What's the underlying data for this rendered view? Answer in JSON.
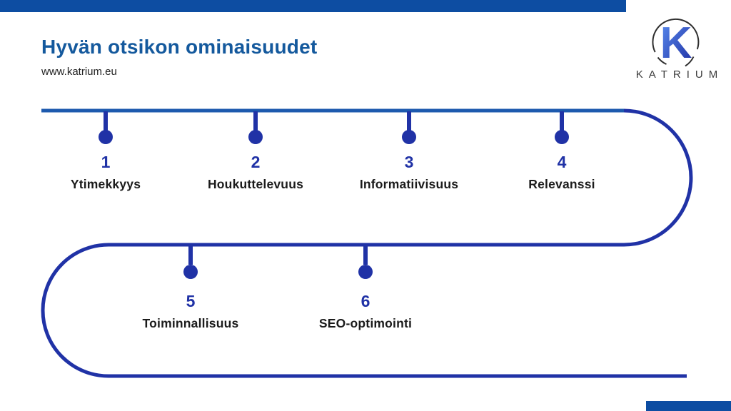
{
  "header": {
    "title": "Hyvän otsikon ominaisuudet",
    "subtitle": "www.katrium.eu"
  },
  "logo": {
    "letter": "K",
    "brand": "KATRIUM"
  },
  "timeline": {
    "items": [
      {
        "number": "1",
        "label": "Ytimekkyys"
      },
      {
        "number": "2",
        "label": "Houkuttelevuus"
      },
      {
        "number": "3",
        "label": "Informatiivisuus"
      },
      {
        "number": "4",
        "label": "Relevanssi"
      },
      {
        "number": "5",
        "label": "Toiminnallisuus"
      },
      {
        "number": "6",
        "label": "SEO-optimointi"
      }
    ]
  },
  "colors": {
    "accent_bar": "#0D4DA2",
    "title_blue": "#14599D",
    "line_light_blue": "#1D5AAE",
    "line_dark_indigo": "#2032A6",
    "label_black": "#1B1B1B"
  }
}
